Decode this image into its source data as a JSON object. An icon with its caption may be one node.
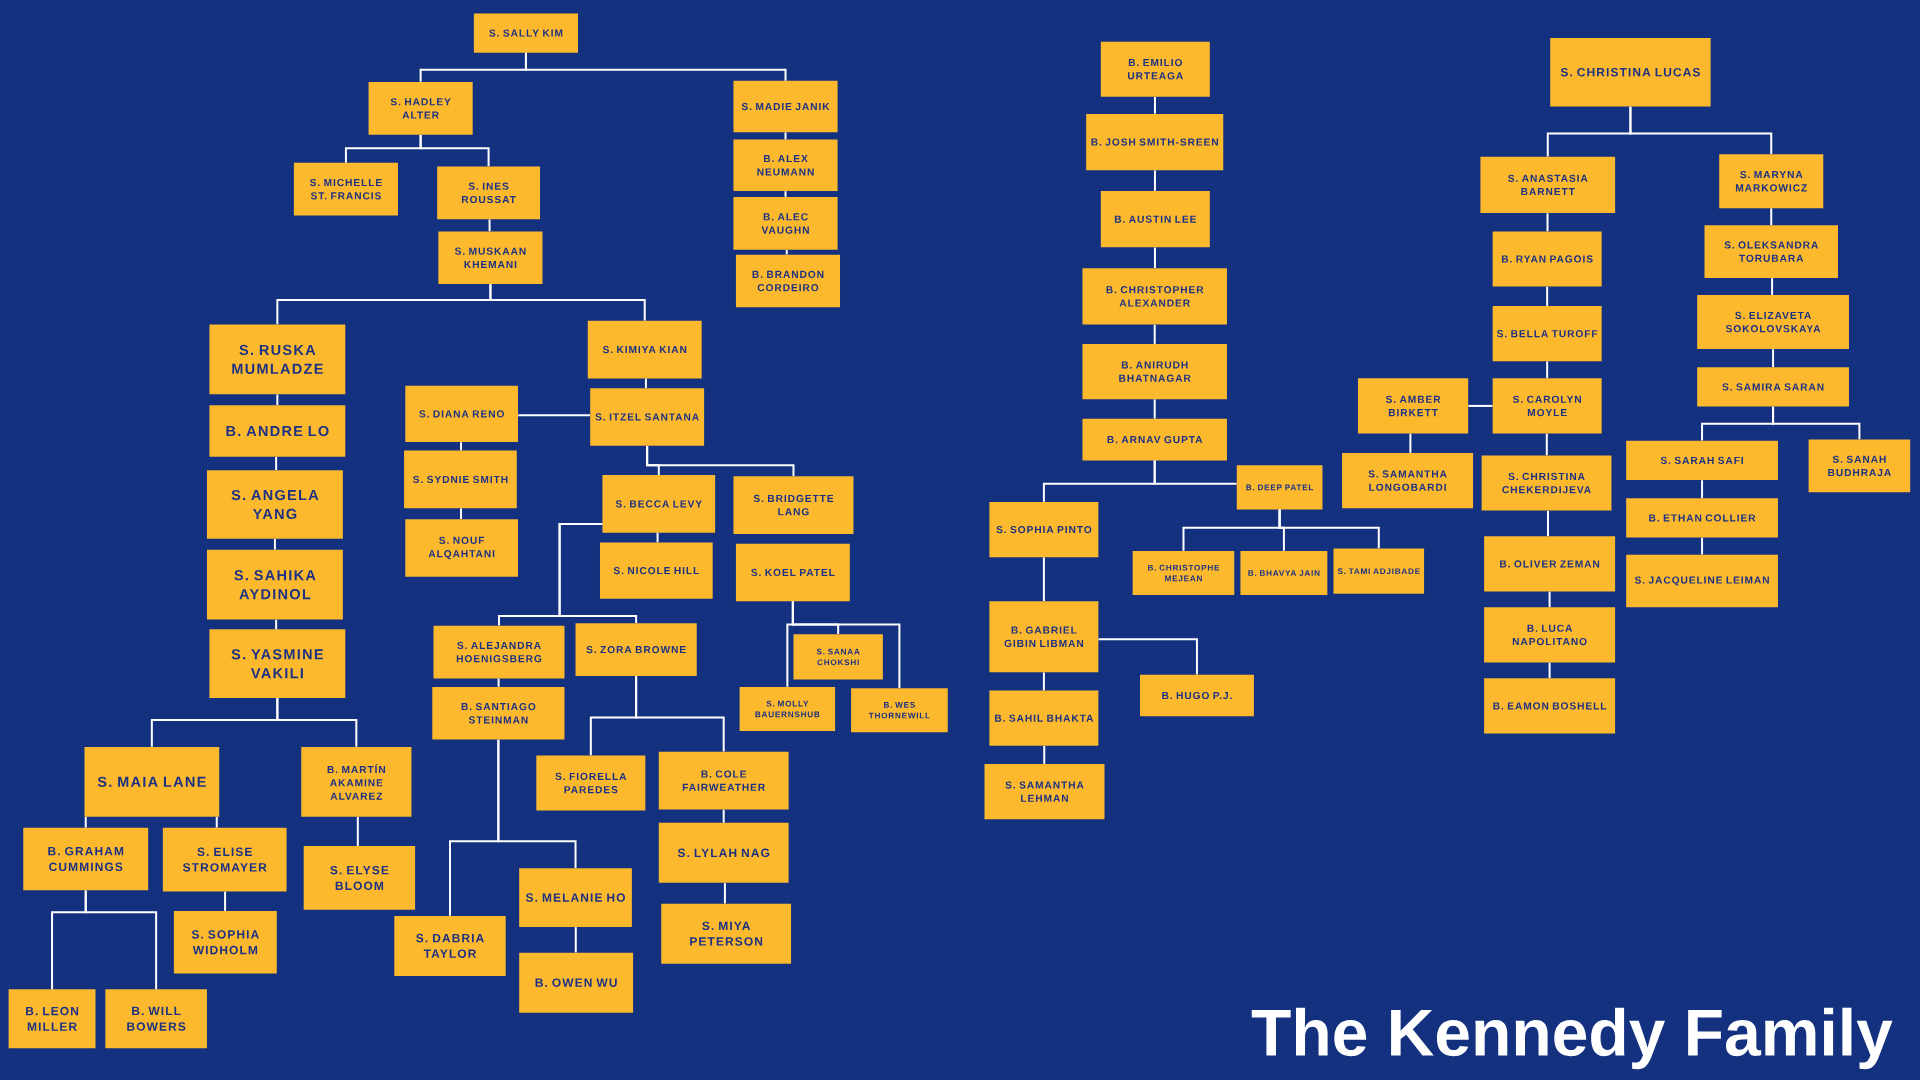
{
  "diagram": {
    "title": "The Kennedy Family",
    "nodes": [
      {
        "text": [
          "S. SALLY KIM"
        ]
      },
      {
        "text": [
          "S. HADLEY ALTER"
        ]
      },
      {
        "text": [
          "S. MADIE JANIK"
        ]
      },
      {
        "text": [
          "B. ALEX NEUMANN"
        ]
      },
      {
        "text": [
          "B. ALEC VAUGHN"
        ]
      },
      {
        "text": [
          "B. BRANDON CORDEIRO"
        ]
      },
      {
        "text": [
          "S. MICHELLE ST. FRANCIS"
        ]
      },
      {
        "text": [
          "S. INES ROUSSAT"
        ]
      },
      {
        "text": [
          "S. MUSKAAN KHEMANI"
        ]
      },
      {
        "text": [
          "S. RUSKA MUMLADZE"
        ]
      },
      {
        "text": [
          "B. ANDRE LO"
        ]
      },
      {
        "text": [
          "S. ANGELA YANG"
        ]
      },
      {
        "text": [
          "S. SAHIKA AYDINOL"
        ]
      },
      {
        "text": [
          "S. YASMINE VAKILI"
        ]
      },
      {
        "text": [
          "S. KIMIYA KIAN"
        ]
      },
      {
        "text": [
          "S. DIANA RENO"
        ]
      },
      {
        "text": [
          "S. ITZEL SANTANA"
        ]
      },
      {
        "text": [
          "S. SYDNIE SMITH"
        ]
      },
      {
        "text": [
          "S. NOUF ALQAHTANI"
        ]
      },
      {
        "text": [
          "S. BECCA LEVY"
        ]
      },
      {
        "text": [
          "S. BRIDGETTE LANG"
        ]
      },
      {
        "text": [
          "S. NICOLE HILL"
        ]
      },
      {
        "text": [
          "S. KOEL PATEL"
        ]
      },
      {
        "text": [
          "S. ALEJANDRA HOENIGSBERG"
        ]
      },
      {
        "text": [
          "S. ZORA BROWNE"
        ]
      },
      {
        "text": [
          "S. SANAA CHOKSHI"
        ]
      },
      {
        "text": [
          "B. SANTIAGO STEINMAN"
        ]
      },
      {
        "text": [
          "S. MOLLY BAUERNSHUB"
        ]
      },
      {
        "text": [
          "B. WES THORNEWILL"
        ]
      },
      {
        "text": [
          "S. MAIA LANE"
        ]
      },
      {
        "text": [
          "B. MARTÍN AKAMINE ALVAREZ"
        ]
      },
      {
        "text": [
          "B. GRAHAM CUMMINGS"
        ]
      },
      {
        "text": [
          "S. ELISE STROMAYER"
        ]
      },
      {
        "text": [
          "S. ELYSE BLOOM"
        ]
      },
      {
        "text": [
          "S. SOPHIA WIDHOLM"
        ]
      },
      {
        "text": [
          "B. LEON MILLER"
        ]
      },
      {
        "text": [
          "B. WILL BOWERS"
        ]
      },
      {
        "text": [
          "S. FIORELLA PAREDES"
        ]
      },
      {
        "text": [
          "B. COLE FAIRWEATHER"
        ]
      },
      {
        "text": [
          "S. LYLAH NAG"
        ]
      },
      {
        "text": [
          "S. MIYA PETERSON"
        ]
      },
      {
        "text": [
          "S. MELANIE HO"
        ]
      },
      {
        "text": [
          "S. DABRIA TAYLOR"
        ]
      },
      {
        "text": [
          "B. OWEN WU"
        ]
      },
      {
        "text": [
          "B. EMILIO URTEAGA"
        ]
      },
      {
        "text": [
          "B. JOSH SMITH-SREEN"
        ]
      },
      {
        "text": [
          "B. AUSTIN LEE"
        ]
      },
      {
        "text": [
          "B. CHRISTOPHER ALEXANDER"
        ]
      },
      {
        "text": [
          "B. ANIRUDH BHATNAGAR"
        ]
      },
      {
        "text": [
          "B. ARNAV GUPTA"
        ]
      },
      {
        "text": [
          "B. DEEP PATEL"
        ]
      },
      {
        "text": [
          "S. SOPHIA PINTO"
        ]
      },
      {
        "text": [
          "B. CHRISTOPHE MEJEAN"
        ]
      },
      {
        "text": [
          "B. BHAVYA JAIN"
        ]
      },
      {
        "text": [
          "S. TAMI ADJIBADE"
        ]
      },
      {
        "text": [
          "B. GABRIEL GIBIN LIBMAN"
        ]
      },
      {
        "text": [
          "B. HUGO P.J."
        ]
      },
      {
        "text": [
          "B. SAHIL BHAKTA"
        ]
      },
      {
        "text": [
          "S. SAMANTHA LEHMAN"
        ]
      },
      {
        "text": [
          "S. CHRISTINA LUCAS"
        ]
      },
      {
        "text": [
          "S. ANASTASIA BARNETT"
        ]
      },
      {
        "text": [
          "S. MARYNA MARKOWICZ"
        ]
      },
      {
        "text": [
          "B. RYAN PAGOIS"
        ]
      },
      {
        "text": [
          "S. OLEKSANDRA TORUBARA"
        ]
      },
      {
        "text": [
          "S. BELLA TUROFF"
        ]
      },
      {
        "text": [
          "S. ELIZAVETA SOKOLOVSKAYA"
        ]
      },
      {
        "text": [
          "S. AMBER BIRKETT"
        ]
      },
      {
        "text": [
          "S. CAROLYN MOYLE"
        ]
      },
      {
        "text": [
          "S. SAMIRA SARAN"
        ]
      },
      {
        "text": [
          "S. SAMANTHA LONGOBARDI"
        ]
      },
      {
        "text": [
          "S. CHRISTINA CHEKERDIJEVA"
        ]
      },
      {
        "text": [
          "S. SARAH SAFI"
        ]
      },
      {
        "text": [
          "S. SANAH BUDHRAJA"
        ]
      },
      {
        "text": [
          "B. ETHAN COLLIER"
        ]
      },
      {
        "text": [
          "S. JACQUELINE LEIMAN"
        ]
      },
      {
        "text": [
          "B. OLIVER ZEMAN"
        ]
      },
      {
        "text": [
          "B. LUCA NAPOLITANO"
        ]
      },
      {
        "text": [
          "B. EAMON BOSHELL"
        ]
      }
    ],
    "edges": [
      {
        "from": 0,
        "to": 1,
        "arrow": "none"
      },
      {
        "from": 0,
        "to": 2,
        "arrow": "none"
      },
      {
        "from": 2,
        "to": 3,
        "arrow": "none"
      },
      {
        "from": 3,
        "to": 4,
        "arrow": "none"
      },
      {
        "from": 4,
        "to": 5,
        "arrow": "none"
      },
      {
        "from": 1,
        "to": 6,
        "arrow": "none"
      },
      {
        "from": 1,
        "to": 7,
        "arrow": "none"
      },
      {
        "from": 7,
        "to": 8,
        "arrow": "none"
      },
      {
        "from": 8,
        "to": 9,
        "arrow": "none"
      },
      {
        "from": 8,
        "to": 14,
        "arrow": "none"
      },
      {
        "from": 9,
        "to": 10,
        "arrow": "none"
      },
      {
        "from": 10,
        "to": 11,
        "arrow": "none"
      },
      {
        "from": 11,
        "to": 12,
        "arrow": "none"
      },
      {
        "from": 12,
        "to": 13,
        "arrow": "none"
      },
      {
        "from": 13,
        "to": 29,
        "arrow": "none"
      },
      {
        "from": 13,
        "to": 30,
        "arrow": "none"
      },
      {
        "from": 29,
        "to": 31,
        "arrow": "none"
      },
      {
        "from": 29,
        "to": 32,
        "arrow": "none"
      },
      {
        "from": 31,
        "to": 35,
        "arrow": "none"
      },
      {
        "from": 31,
        "to": 36,
        "arrow": "none"
      },
      {
        "from": 32,
        "to": 34,
        "arrow": "none"
      },
      {
        "from": 30,
        "to": 33,
        "arrow": "none"
      },
      {
        "from": 14,
        "to": 16,
        "arrow": "none"
      },
      {
        "from": 16,
        "to": 15,
        "arrow": "none"
      },
      {
        "from": 15,
        "to": 17,
        "arrow": "none"
      },
      {
        "from": 17,
        "to": 18,
        "arrow": "none"
      },
      {
        "from": 16,
        "to": 19,
        "arrow": "none"
      },
      {
        "from": 16,
        "to": 20,
        "arrow": "none"
      },
      {
        "from": 19,
        "to": 21,
        "arrow": "none"
      },
      {
        "from": 19,
        "to": 23,
        "arrow": "none"
      },
      {
        "from": 19,
        "to": 24,
        "arrow": "none"
      },
      {
        "from": 23,
        "to": 26,
        "arrow": "none"
      },
      {
        "from": 26,
        "to": 42,
        "arrow": "none"
      },
      {
        "from": 26,
        "to": 41,
        "arrow": "none"
      },
      {
        "from": 41,
        "to": 43,
        "arrow": "none"
      },
      {
        "from": 24,
        "to": 37,
        "arrow": "none"
      },
      {
        "from": 24,
        "to": 38,
        "arrow": "none"
      },
      {
        "from": 38,
        "to": 39,
        "arrow": "none"
      },
      {
        "from": 39,
        "to": 40,
        "arrow": "none"
      },
      {
        "from": 22,
        "to": 25,
        "arrow": "none"
      },
      {
        "from": 22,
        "to": 27,
        "arrow": "none"
      },
      {
        "from": 22,
        "to": 28,
        "arrow": "none"
      },
      {
        "from": 44,
        "to": 45,
        "arrow": "none"
      },
      {
        "from": 45,
        "to": 46,
        "arrow": "none"
      },
      {
        "from": 46,
        "to": 47,
        "arrow": "none"
      },
      {
        "from": 47,
        "to": 48,
        "arrow": "none"
      },
      {
        "from": 48,
        "to": 49,
        "arrow": "none"
      },
      {
        "from": 49,
        "to": 51,
        "arrow": "none"
      },
      {
        "from": 49,
        "to": 50,
        "arrow": "none"
      },
      {
        "from": 50,
        "to": 52,
        "arrow": "none"
      },
      {
        "from": 50,
        "to": 53,
        "arrow": "none"
      },
      {
        "from": 50,
        "to": 54,
        "arrow": "none"
      },
      {
        "from": 51,
        "to": 55,
        "arrow": "none"
      },
      {
        "from": 55,
        "to": 56,
        "arrow": "none"
      },
      {
        "from": 55,
        "to": 57,
        "arrow": "none"
      },
      {
        "from": 57,
        "to": 58,
        "arrow": "none"
      },
      {
        "from": 59,
        "to": 60,
        "arrow": "none"
      },
      {
        "from": 59,
        "to": 61,
        "arrow": "none"
      },
      {
        "from": 60,
        "to": 62,
        "arrow": "none"
      },
      {
        "from": 62,
        "to": 64,
        "arrow": "none"
      },
      {
        "from": 64,
        "to": 67,
        "arrow": "none"
      },
      {
        "from": 67,
        "to": 66,
        "arrow": "none"
      },
      {
        "from": 66,
        "to": 69,
        "arrow": "none"
      },
      {
        "from": 67,
        "to": 70,
        "arrow": "none"
      },
      {
        "from": 70,
        "to": 75,
        "arrow": "none"
      },
      {
        "from": 75,
        "to": 76,
        "arrow": "none"
      },
      {
        "from": 76,
        "to": 77,
        "arrow": "none"
      },
      {
        "from": 61,
        "to": 63,
        "arrow": "none"
      },
      {
        "from": 63,
        "to": 65,
        "arrow": "none"
      },
      {
        "from": 65,
        "to": 68,
        "arrow": "none"
      },
      {
        "from": 68,
        "to": 71,
        "arrow": "none"
      },
      {
        "from": 68,
        "to": 72,
        "arrow": "none"
      },
      {
        "from": 71,
        "to": 73,
        "arrow": "none"
      },
      {
        "from": 73,
        "to": 74,
        "arrow": "none"
      }
    ]
  }
}
